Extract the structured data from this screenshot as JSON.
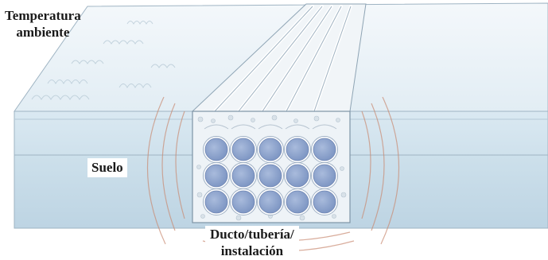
{
  "labels": {
    "ambient_line1": "Temperatura",
    "ambient_line2": "ambiente",
    "soil": "Suelo",
    "duct_line1": "Ducto/tubería/",
    "duct_line2": "instalación"
  },
  "colors": {
    "surface": "#e7f0f6",
    "soil_upper": "#d4e5ef",
    "soil_lower": "#c9dde9",
    "cable_fill": "#8fa6cf",
    "heat_waves": "#c98b73",
    "trench_fill": "#eef3f7"
  },
  "cable_grid": {
    "rows": 3,
    "columns": 5
  }
}
